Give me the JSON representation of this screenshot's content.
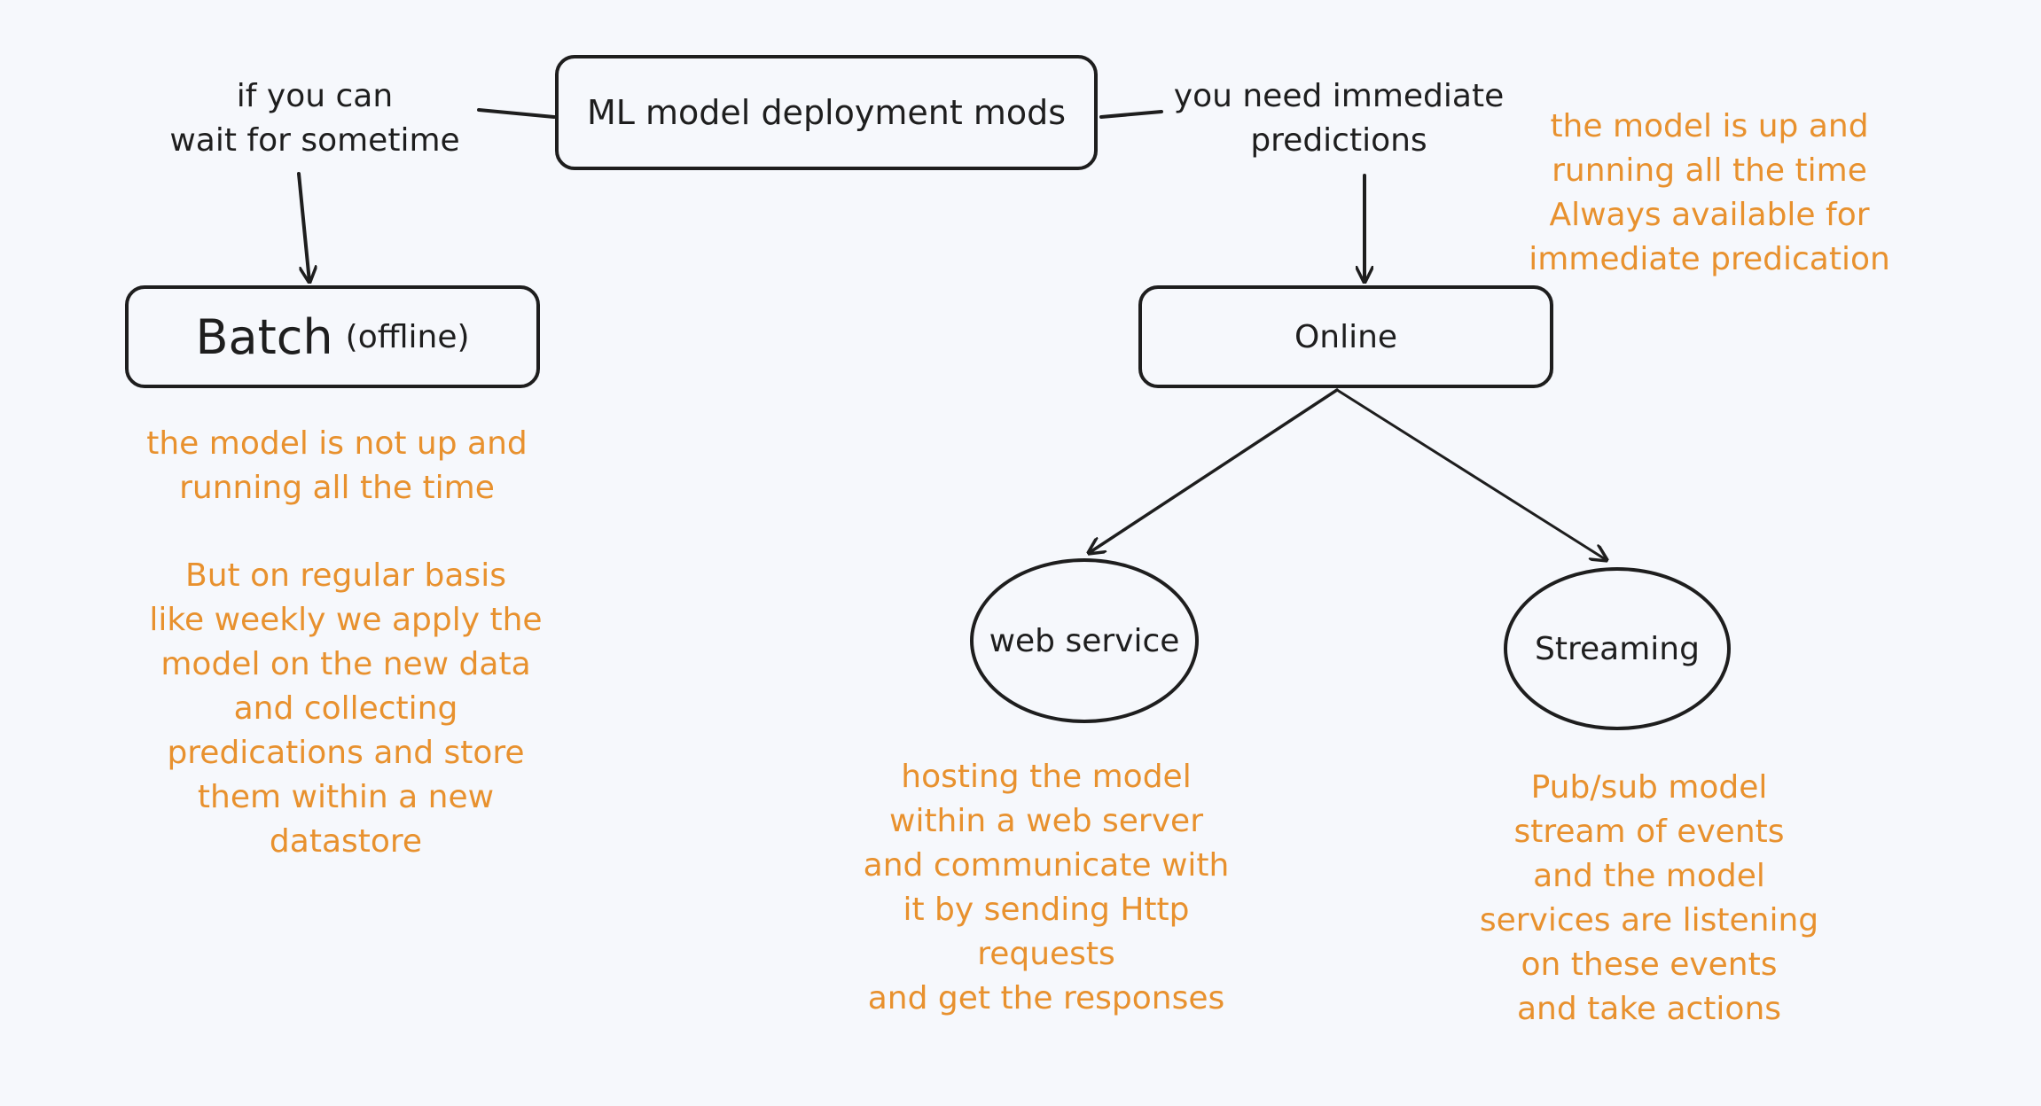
{
  "nodes": {
    "root": {
      "label": "ML model deployment mods"
    },
    "batch": {
      "title": "Batch",
      "subtitle": "(offline)"
    },
    "online": {
      "label": "Online"
    },
    "web_service": {
      "label": "web service"
    },
    "streaming": {
      "label": "Streaming"
    }
  },
  "edge_labels": {
    "left": "if you can\nwait for sometime",
    "right": "you need immediate\npredictions"
  },
  "notes": {
    "online": "the model is up and\nrunning all the time\nAlways available for\nimmediate predication",
    "batch_1": "the model is not up and\nrunning all the time",
    "batch_2": "But on regular basis\nlike weekly we apply the\nmodel on the new data\nand collecting\npredications and store\nthem within a new\ndatastore",
    "web_service": "hosting the model\nwithin a web server\nand communicate with\nit by sending Http\nrequests\nand get the responses",
    "streaming": "Pub/sub model\nstream of events\nand the model\nservices are listening\non these events\nand take actions"
  },
  "colors": {
    "stroke": "#1e1e1e",
    "note": "#e8912e",
    "background": "#f6f8fc"
  }
}
